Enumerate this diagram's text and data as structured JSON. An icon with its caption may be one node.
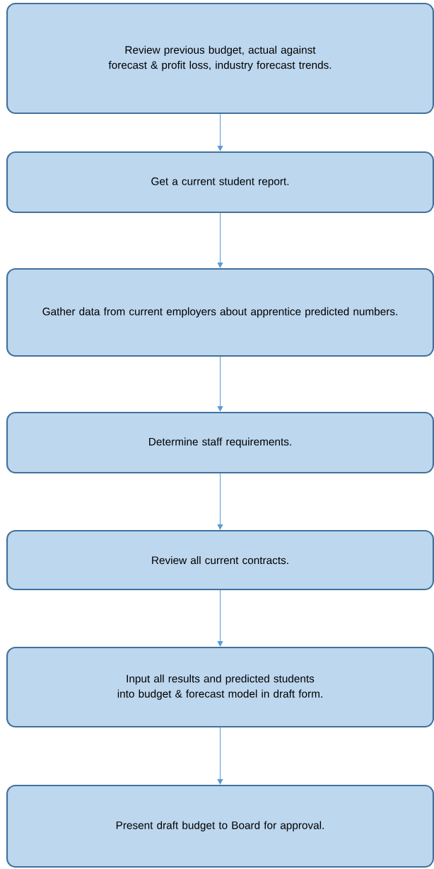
{
  "diagram": {
    "nodes": [
      {
        "text": [
          "Review previous budget, actual against forecast & profit loss, industry forecast trends."
        ]
      },
      {
        "text": [
          "Get a current student report."
        ]
      },
      {
        "text": [
          "Gather data from current employers about apprentice predicted numbers."
        ]
      },
      {
        "text": [
          "Determine staff requirements."
        ]
      },
      {
        "text": [
          "Review all current contracts."
        ]
      },
      {
        "text": [
          "Input all results and predicted students into budget & forecast model in draft form."
        ]
      },
      {
        "text": [
          "Present draft budget to Board for approval."
        ]
      }
    ],
    "edges": [
      {
        "from": 0,
        "to": 1,
        "arrow": "to"
      },
      {
        "from": 1,
        "to": 2,
        "arrow": "to"
      },
      {
        "from": 2,
        "to": 3,
        "arrow": "to"
      },
      {
        "from": 3,
        "to": 4,
        "arrow": "to"
      },
      {
        "from": 4,
        "to": 5,
        "arrow": "to"
      },
      {
        "from": 5,
        "to": 6,
        "arrow": "to"
      }
    ]
  }
}
